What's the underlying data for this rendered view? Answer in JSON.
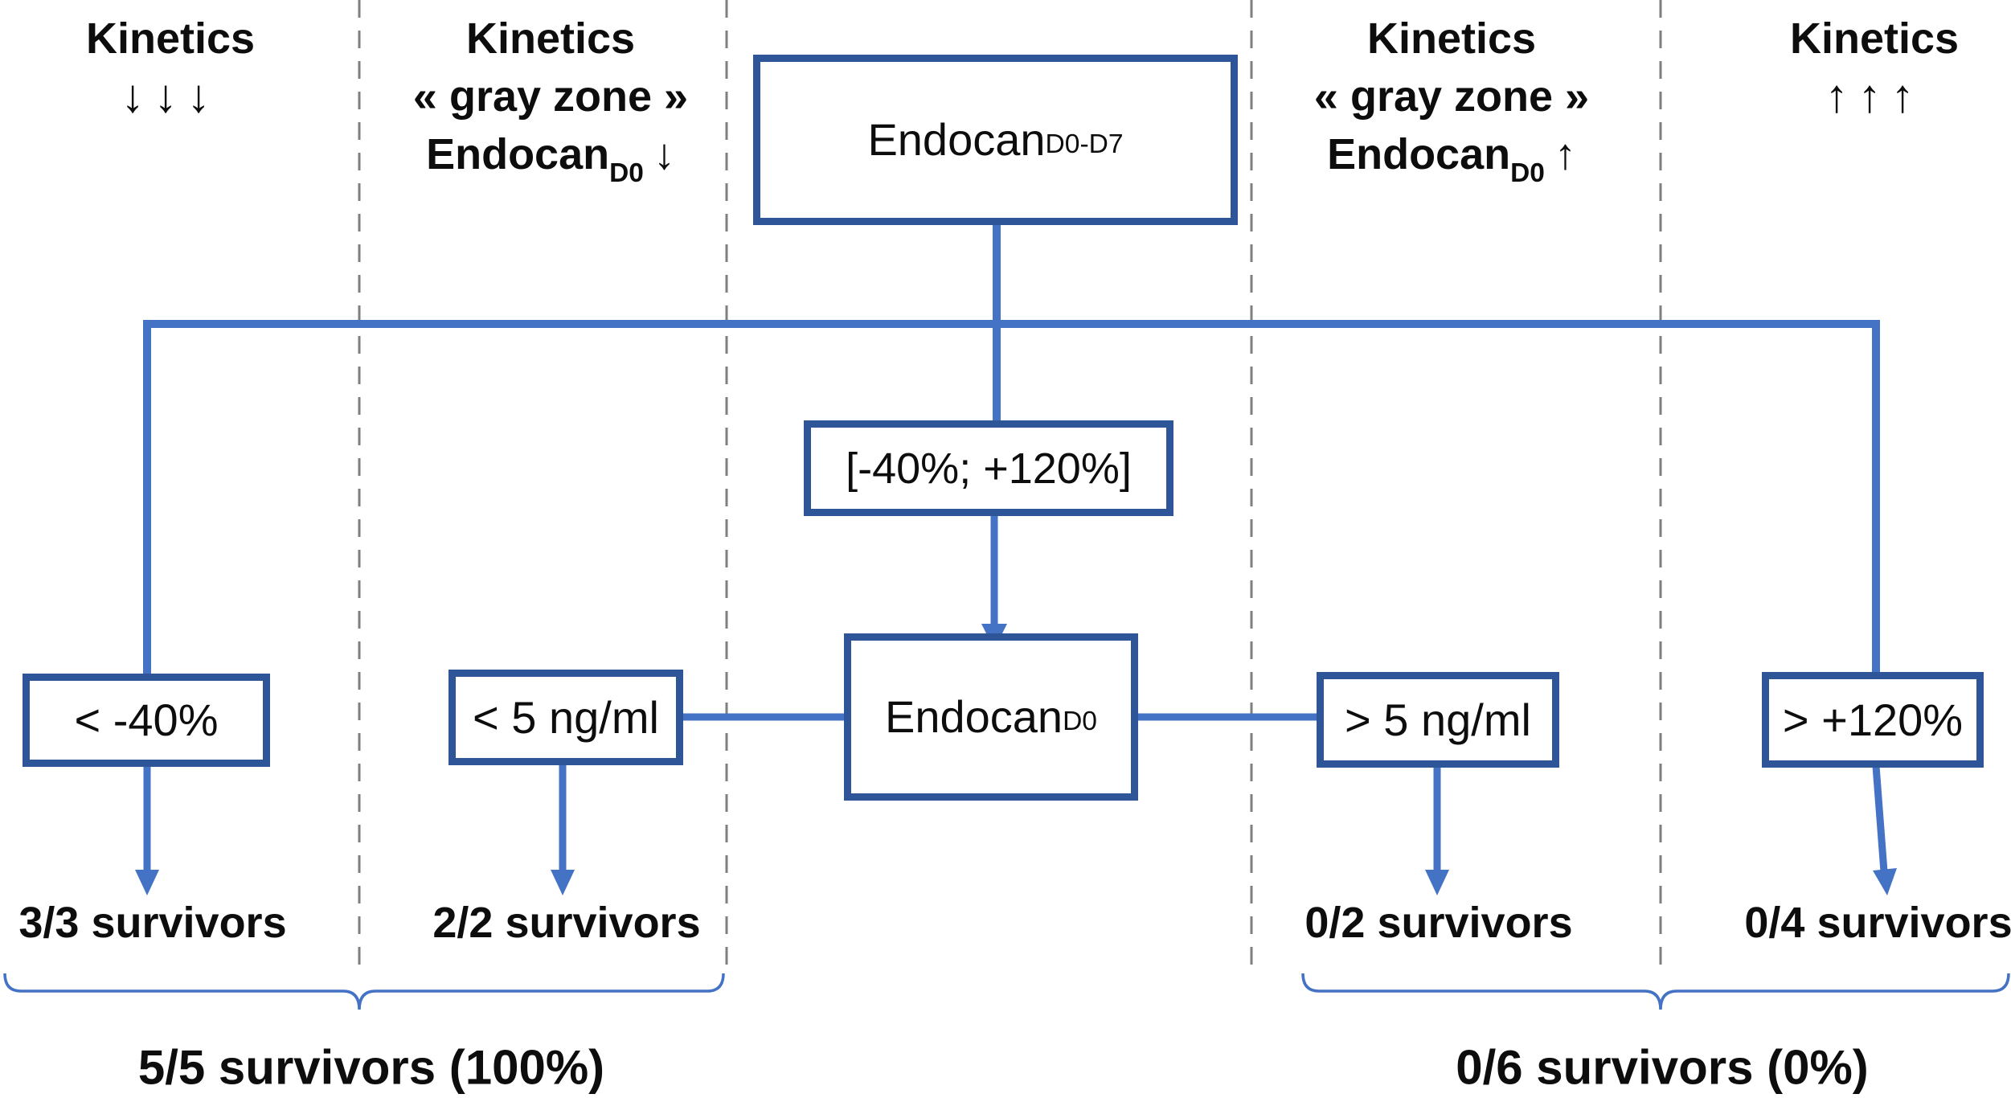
{
  "colors": {
    "box_border": "#2E5597",
    "connector": "#4472C4",
    "bracket": "#4472C4",
    "dashed_line": "#7F7F7F",
    "text": "#0d0d0d",
    "background": "#FFFFFF"
  },
  "headers": [
    {
      "line1": "Kinetics",
      "line2": "↓↓↓"
    },
    {
      "line1": "Kinetics",
      "line2": "« gray zone »",
      "endocan": {
        "main": "Endocan",
        "sub": "D0",
        "arrow": "↓"
      }
    },
    {
      "line1": "Kinetics",
      "line2": "« gray zone »",
      "endocan": {
        "main": "Endocan",
        "sub": "D0",
        "arrow": "↑"
      }
    },
    {
      "line1": "Kinetics",
      "line2": "↑↑↑"
    }
  ],
  "boxes": {
    "endocan_d0d7": {
      "main": "Endocan",
      "sub": "D0-D7"
    },
    "range_filter": "[-40%; +120%]",
    "endocan_d0": {
      "main": "Endocan",
      "sub": "D0"
    },
    "kinetics_decrease": "< -40%",
    "d0_low": "< 5 ng/ml",
    "d0_high": "> 5 ng/ml",
    "kinetics_increase": "> +120%"
  },
  "outcomes": [
    "3/3 survivors",
    "2/2 survivors",
    "0/2 survivors",
    "0/4 survivors"
  ],
  "totals": {
    "left": "5/5 survivors (100%)",
    "right": "0/6 survivors (0%)"
  }
}
